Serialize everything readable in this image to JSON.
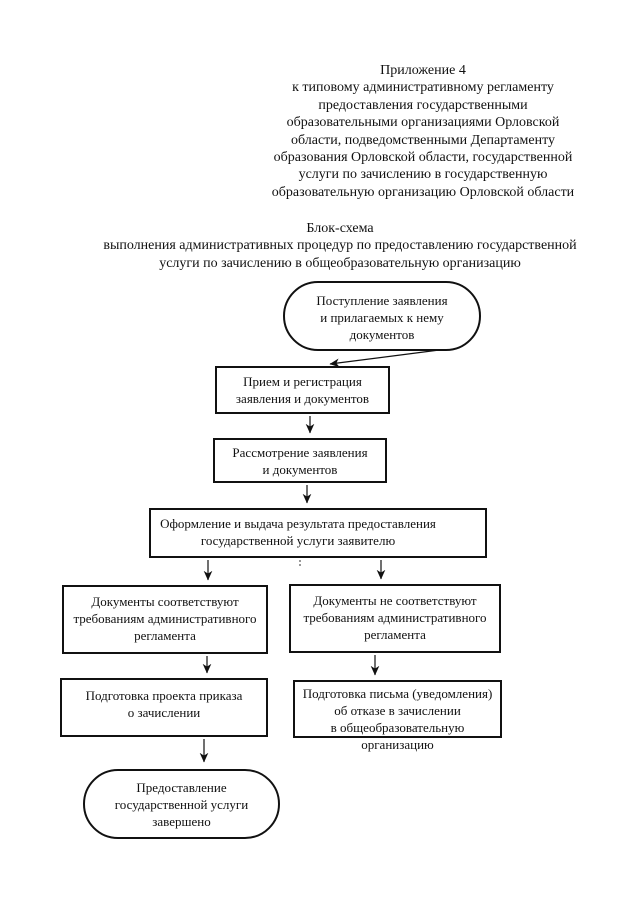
{
  "page": {
    "background": "#ffffff",
    "ink": "#111111"
  },
  "header": {
    "lines": [
      "Приложение 4",
      "к типовому административному регламенту",
      "предоставления государственными",
      "образовательными организациями Орловской",
      "области, подведомственными Департаменту",
      "образования Орловской области, государственной",
      "услуги по зачислению в государственную",
      "образовательную организацию Орловской области"
    ]
  },
  "title": {
    "lines": [
      "Блок-схема",
      "выполнения административных процедур по предоставлению государственной",
      "услуги по зачислению в общеобразовательную организацию"
    ]
  },
  "flowchart": {
    "start": {
      "shape": "stadium",
      "lines": [
        "Поступление заявления",
        "и прилагаемых к нему",
        "документов"
      ]
    },
    "reception": {
      "shape": "rect",
      "lines": [
        "Прием и регистрация",
        "заявления и документов"
      ]
    },
    "review": {
      "shape": "rect",
      "lines": [
        "Рассмотрение заявления",
        "и документов"
      ]
    },
    "issue": {
      "shape": "rect",
      "lines": [
        "Оформление и выдача результата предоставления",
        "государственной услуги заявителю"
      ]
    },
    "docs_match": {
      "shape": "rect",
      "lines": [
        "Документы соответствуют",
        "требованиям административного",
        "регламента"
      ]
    },
    "docs_mismatch": {
      "shape": "rect",
      "lines": [
        "Документы не соответствуют",
        "требованиям административного",
        "регламента"
      ]
    },
    "order_draft": {
      "shape": "rect",
      "lines": [
        "Подготовка проекта приказа",
        "о зачислении"
      ]
    },
    "refusal_letter": {
      "shape": "rect",
      "lines": [
        "Подготовка письма (уведомления)",
        "об отказе в зачислении",
        "в общеобразовательную организацию"
      ]
    },
    "end": {
      "shape": "stadium",
      "lines": [
        "Предоставление",
        "государственной услуги",
        "завершено"
      ]
    }
  }
}
